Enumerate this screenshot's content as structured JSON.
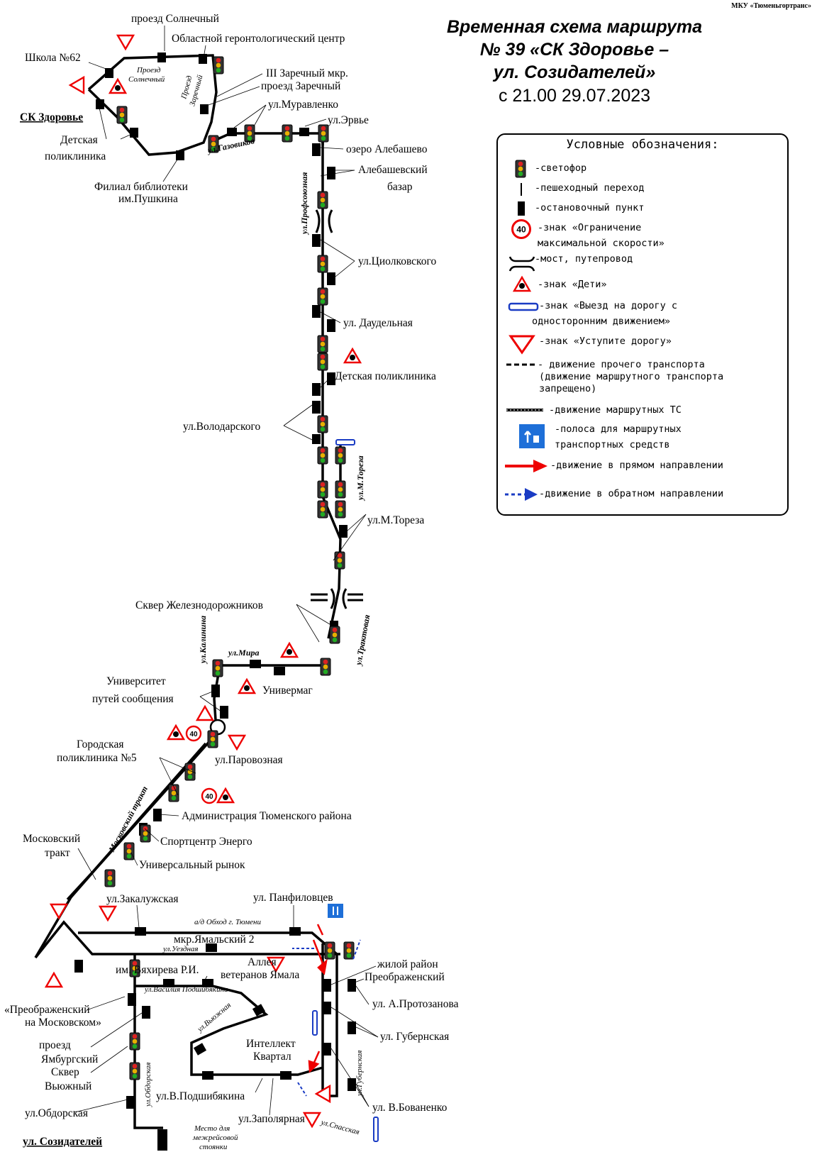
{
  "org": "МКУ «Тюменьгортранс»",
  "title": {
    "line1": "Временная схема маршрута",
    "line2": "№ 39 «СК Здоровье –",
    "line3": "ул. Созидателей»",
    "date": "с 21.00 29.07.2023"
  },
  "legend": {
    "heading": "Условные обозначения:",
    "items": [
      "-светофор",
      "-пешеходный переход",
      "-остановочный пункт",
      "-знак «Ограничение",
      "максимальной скорости»",
      "-мост, путепровод",
      "-знак «Дети»",
      "-знак «Выезд на дорогу с",
      "односторонним движением»",
      "-знак «Уступите дорогу»",
      "- движение прочего транспорта",
      "(движение маршрутного транспорта",
      "запрещено)",
      "-движение маршрутных ТС",
      "-полоса для маршрутных",
      "транспортных средств",
      "-движение в прямом направлении",
      "-движение в обратном направлении"
    ],
    "speed_value": "40"
  },
  "labels": {
    "proezd_solnechny": "проезд Солнечный",
    "gerontology": "Областной геронтологический центр",
    "school62": "Школа №62",
    "zarechny_3": "III Заречный мкр.",
    "proezd_zarechny": "проезд Заречный",
    "muravlenko": "ул.Муравленко",
    "ervye": "ул.Эрвье",
    "sk_zdorovye": "СК Здоровье",
    "det_poliklinika_1": "Детская",
    "det_poliklinika_2": "поликлиника",
    "ozero": "озеро Алебашево",
    "alebash_1": "Алебашевский",
    "alebash_2": "базар",
    "library_1": "Филиал библиотеки",
    "library_2": "им.Пушкина",
    "tsiolkovsky": "ул.Циолковского",
    "daudelnaya": "ул. Даудельная",
    "det_poliklinika_full": "Детская поликлиника",
    "volodarsky": "ул.Володарского",
    "m_toreza": "ул.М.Тореза",
    "skver_zhd": "Сквер Железнодорожников",
    "univermag": "Универмаг",
    "univ_1": "Университет",
    "univ_2": "путей сообщения",
    "gor_pol_1": "Городская",
    "gor_pol_2": "поликлиника №5",
    "parovoznaya": "ул.Паровозная",
    "admin": "Администрация Тюменского района",
    "sport": "Спортцентр Энерго",
    "rynok": "Универсальный рынок",
    "mosk_1": "Московский",
    "mosk_2": "тракт",
    "zakaluzhskaya": "ул.Закалужская",
    "panfilovtsev": "ул. Панфиловцев",
    "yamalsky": "мкр.Ямальский 2",
    "zhiloy_1": "жилой район",
    "zhiloy_2": "Преображенский",
    "vyakhireva": "им. Вяхирева Р.И.",
    "alleya_1": "Аллея",
    "alleya_2": "ветеранов Ямала",
    "protazanova": "ул. А.Протозанова",
    "preobr_1": "«Преображенский",
    "preobr_2": "на Московском»",
    "yamburg_1": "проезд",
    "yamburg_2": "Ямбургский",
    "intellekt_1": "Интеллект",
    "intellekt_2": "Квартал",
    "gubernskaya": "ул. Губернская",
    "skver_v_1": "Сквер",
    "skver_v_2": "Вьюжный",
    "podshibyakina": "ул.В.Подшибякина",
    "obdorskaya": "ул.Обдорская",
    "bovanenko": "ул. В.Бованенко",
    "zapolyarnaya": "ул.Заполярная",
    "sozidateley": "ул. Созидателей",
    "mesto_1": "Место для",
    "mesto_2": "межрейсовой",
    "mesto_3": "стоянки"
  },
  "streets": {
    "proezd_soln_1": "Проезд",
    "proezd_soln_2": "Солнечный",
    "proezd_zar_1": "Проезд",
    "proezd_zar_2": "Заречный",
    "gazovikov": "ул.Газовиков",
    "profsoyuznaya": "ул.Профсоюзная",
    "m_toreza_v": "ул.М.Тореза",
    "mira": "ул.Мира",
    "kalinina": "ул.Калинина",
    "traktovaya": "ул.Трактовая",
    "moskovsky_trakt": "Московский тракт",
    "obkhod": "а/д Обход г. Тюмени",
    "uezdnaya": "ул.Уездная",
    "podshibyakina_v": "ул.Василия Подшибякина",
    "vyuzhnaya": "ул.Вьюжная",
    "obdorskaya_v": "ул.Обдорская",
    "gubernskaya_v": "ул.Губернская",
    "spasskaya": "ул.Спасская"
  }
}
